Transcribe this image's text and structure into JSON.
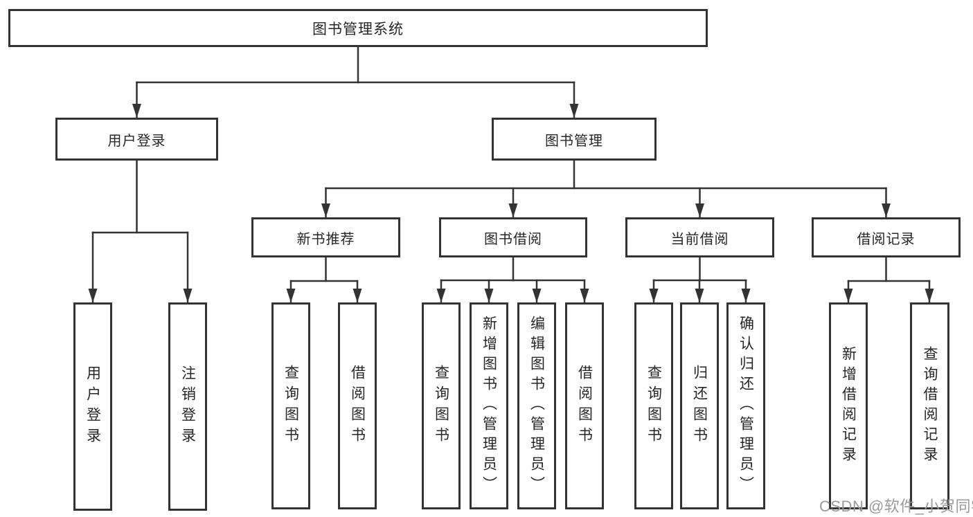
{
  "colors": {
    "line": "#333333",
    "box_border": "#333333",
    "text": "#262626",
    "background": "#ffffff",
    "watermark": "#9a9a9a"
  },
  "watermark": {
    "text": "CSDN @软件_小贺同学"
  },
  "nodes": {
    "root": {
      "label": "图书管理系统"
    },
    "user_login": {
      "label": "用户登录"
    },
    "book_management": {
      "label": "图书管理"
    },
    "user_login_children": [
      {
        "label": "用户登录"
      },
      {
        "label": "注销登录"
      }
    ],
    "groups": [
      {
        "label": "新书推荐",
        "children": [
          {
            "label": "查询图书"
          },
          {
            "label": "借阅图书"
          }
        ]
      },
      {
        "label": "图书借阅",
        "children": [
          {
            "label": "查询图书"
          },
          {
            "label": "新增图书（管理员）"
          },
          {
            "label": "编辑图书（管理员）"
          },
          {
            "label": "借阅图书"
          }
        ]
      },
      {
        "label": "当前借阅",
        "children": [
          {
            "label": "查询图书"
          },
          {
            "label": "归还图书"
          },
          {
            "label": "确认归还（管理员）"
          }
        ]
      },
      {
        "label": "借阅记录",
        "children": [
          {
            "label": "新增借阅记录"
          },
          {
            "label": "查询借阅记录"
          }
        ]
      }
    ]
  }
}
